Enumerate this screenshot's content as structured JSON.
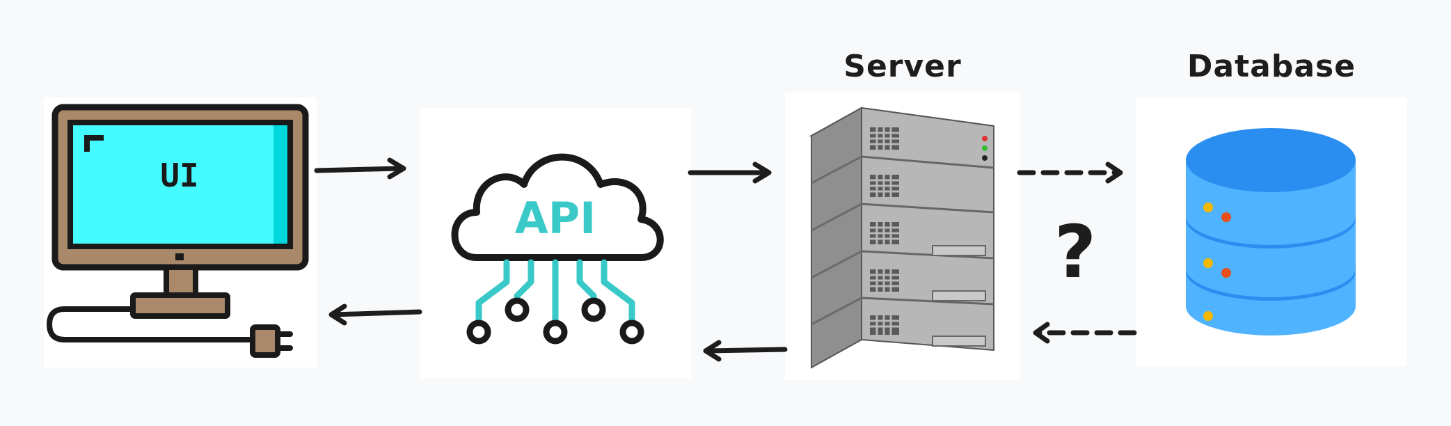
{
  "nodes": {
    "ui": {
      "screen_text": "UI"
    },
    "api": {
      "cloud_text": "API"
    },
    "server": {
      "label": "Server"
    },
    "database": {
      "label": "Database"
    }
  },
  "uncertain_link_marker": "?",
  "colors": {
    "background": "#f8f9fb",
    "screen": "#46fbff",
    "monitor_frame": "#a9896a",
    "api_teal": "#3ac9c9",
    "db_blue_dark": "#2a8ef0",
    "db_blue_light": "#4fb3ff",
    "server_gray": "#b7b7b7",
    "arrow": "#1d1d1d"
  },
  "connections": [
    {
      "from": "ui",
      "to": "api",
      "style": "solid"
    },
    {
      "from": "api",
      "to": "server",
      "style": "solid"
    },
    {
      "from": "server",
      "to": "database",
      "style": "dashed"
    },
    {
      "from": "database",
      "to": "server",
      "style": "dashed"
    },
    {
      "from": "server",
      "to": "api",
      "style": "solid"
    },
    {
      "from": "api",
      "to": "ui",
      "style": "solid"
    }
  ]
}
